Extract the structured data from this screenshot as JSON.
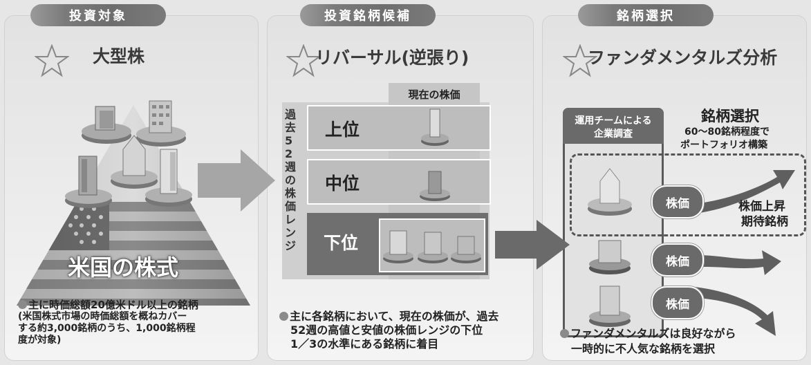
{
  "colors": {
    "panel": "#eeeeee",
    "pill": "#7b7b7b",
    "dark_row": "#6f6f6f",
    "arrow": "#6a6a6a"
  },
  "panels": [
    {
      "pill": "投資対象",
      "title": "大型株",
      "pyramid_label": "米国の株式",
      "note_main": "主に時価総額20億米ドル以上の銘柄",
      "note_sub1": "(米国株式市場の時価総額を概ねカバー",
      "note_sub2": "する約3,000銘柄のうち、1,000銘柄程",
      "note_sub3": "度が対象)"
    },
    {
      "pill": "投資銘柄候補",
      "title": "リバーサル(逆張り)",
      "range_label": "過去52週の株価レンジ",
      "price_header": "現在の株価",
      "rows": [
        "上位",
        "中位",
        "下位"
      ],
      "note_line1": "主に各銘柄において、現在の株価が、過去",
      "note_line2": "52週の高値と安値の株価レンジの下位",
      "note_line3": "1／3の水準にある銘柄に着目"
    },
    {
      "pill": "銘柄選択",
      "title": "ファンダメンタルズ分析",
      "team_label_1": "運用チームによる",
      "team_label_2": "企業調査",
      "selection_title": "銘柄選択",
      "selection_sub1": "60～80銘柄程度で",
      "selection_sub2": "ポートフォリオ構築",
      "price_bubbles": [
        "株価",
        "株価",
        "株価"
      ],
      "expected_1": "株価上昇",
      "expected_2": "期待銘柄",
      "note_line1": "ファンダメンタルズは良好ながら",
      "note_line2": "一時的に不人気な銘柄を選択"
    }
  ]
}
